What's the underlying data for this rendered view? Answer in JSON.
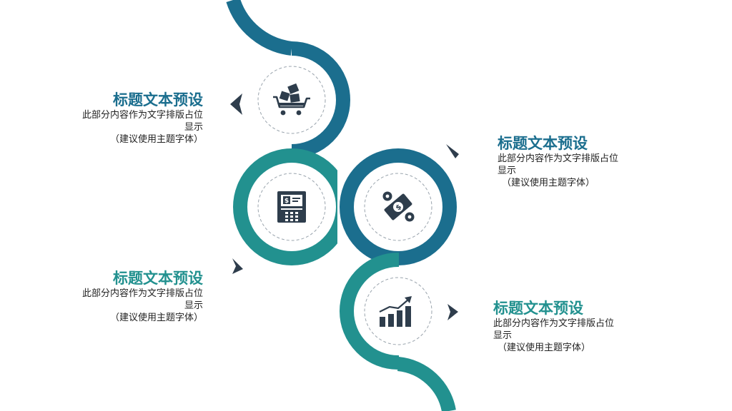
{
  "colors": {
    "blue": "#1b6e8e",
    "teal": "#22918f",
    "icon": "#2e3d4c",
    "dashed": "#9aa4ad"
  },
  "steps": [
    {
      "icon": "shopping-cart-icon",
      "title": "标题文本预设",
      "desc": "此部分内容作为文字排版占位显示",
      "note": "（建议使用主题字体）",
      "color": "#1b6e8e"
    },
    {
      "icon": "atm-icon",
      "title": "标题文本预设",
      "desc": "此部分内容作为文字排版占位显示",
      "note": "（建议使用主题字体）",
      "color": "#22918f"
    },
    {
      "icon": "dollar-bill-icon",
      "title": "标题文本预设",
      "desc": "此部分内容作为文字排版占位显示",
      "note": "（建议使用主题字体）",
      "color": "#1b6e8e"
    },
    {
      "icon": "growth-chart-icon",
      "title": "标题文本预设",
      "desc": "此部分内容作为文字排版占位显示",
      "note": "（建议使用主题字体）",
      "color": "#22918f"
    }
  ]
}
